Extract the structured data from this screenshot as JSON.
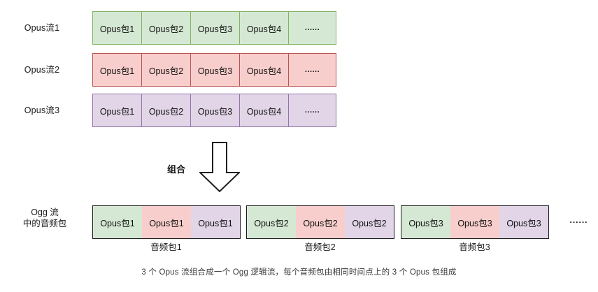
{
  "diagram": {
    "title_caption": "3 个 Opus 流组合成一个 Ogg 逻辑流，每个音频包由相同时间点上的 3 个 Opus 包组成",
    "combine_label": "组合",
    "ellipsis": "......",
    "colors": {
      "green_fill": "#d5e8d4",
      "green_stroke": "#82b366",
      "pink_fill": "#f8cecc",
      "pink_stroke": "#b85450",
      "purple_fill": "#e1d5e7",
      "purple_stroke": "#9673a6",
      "group_stroke": "#1f1f1f",
      "text": "#111111",
      "caption_text": "#3a3a3a"
    },
    "streams": [
      {
        "label": "Opus流1",
        "color": "green",
        "packets": [
          "Opus包1",
          "Opus包2",
          "Opus包3",
          "Opus包4"
        ],
        "tail": "......"
      },
      {
        "label": "Opus流2",
        "color": "pink",
        "packets": [
          "Opus包1",
          "Opus包2",
          "Opus包3",
          "Opus包4"
        ],
        "tail": "......"
      },
      {
        "label": "Opus流3",
        "color": "purple",
        "packets": [
          "Opus包1",
          "Opus包2",
          "Opus包3",
          "Opus包4"
        ],
        "tail": "......"
      }
    ],
    "ogg": {
      "label_line1": "Ogg 流",
      "label_line2": "中的音频包",
      "tail": "......",
      "groups": [
        {
          "caption": "音频包1",
          "cells": [
            {
              "text": "Opus包1",
              "color": "green"
            },
            {
              "text": "Opus包1",
              "color": "pink"
            },
            {
              "text": "Opus包1",
              "color": "purple"
            }
          ]
        },
        {
          "caption": "音频包2",
          "cells": [
            {
              "text": "Opus包2",
              "color": "green"
            },
            {
              "text": "Opus包2",
              "color": "pink"
            },
            {
              "text": "Opus包2",
              "color": "purple"
            }
          ]
        },
        {
          "caption": "音频包3",
          "cells": [
            {
              "text": "Opus包3",
              "color": "green"
            },
            {
              "text": "Opus包3",
              "color": "pink"
            },
            {
              "text": "Opus包3",
              "color": "purple"
            }
          ]
        }
      ]
    }
  }
}
